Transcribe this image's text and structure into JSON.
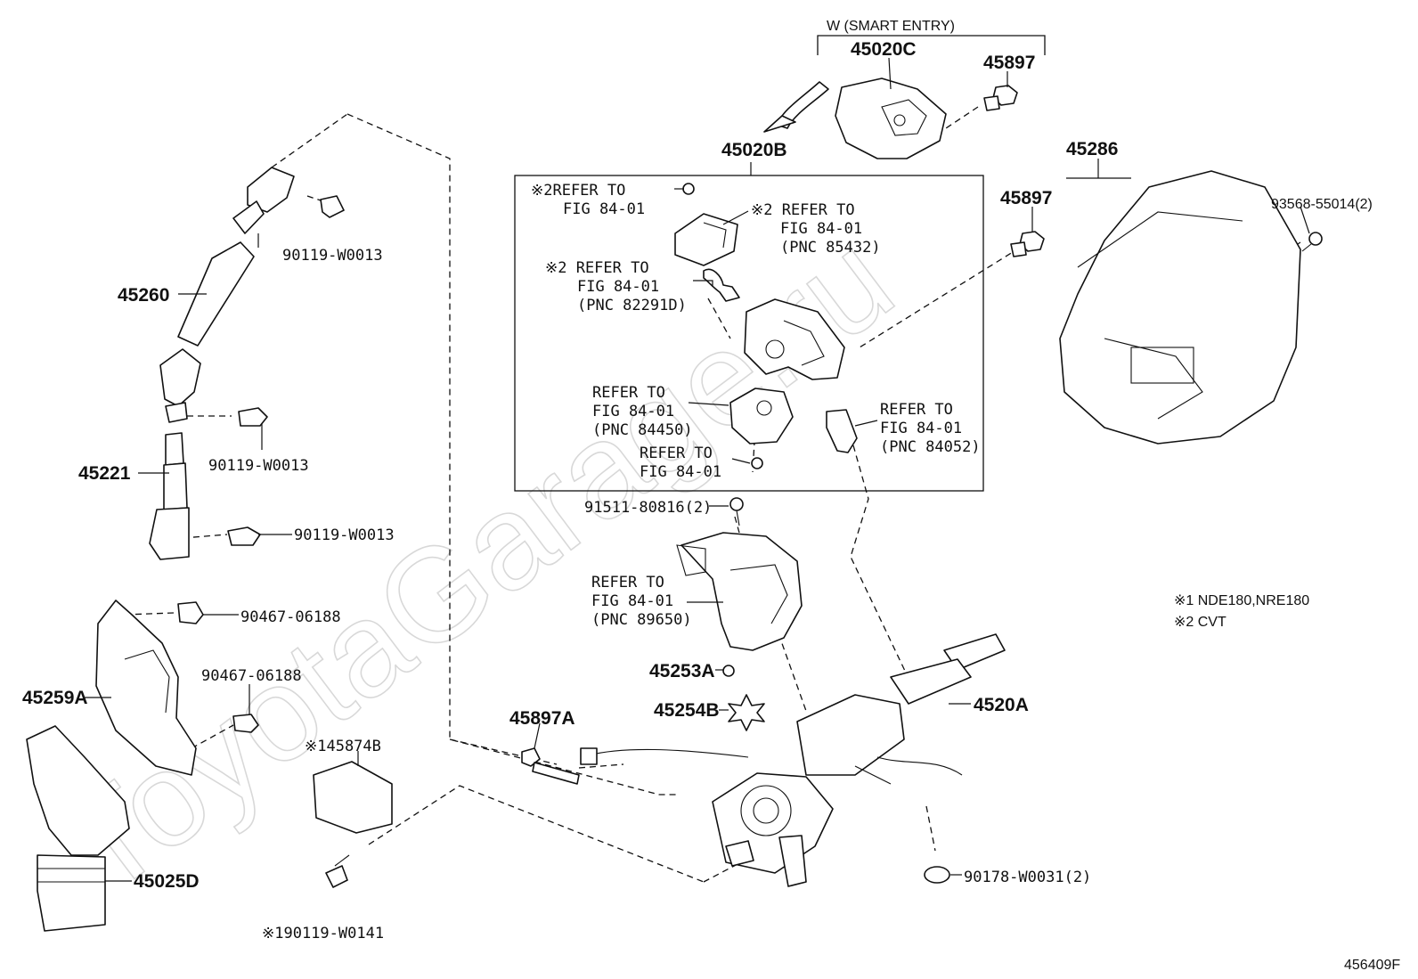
{
  "labels": {
    "smart_entry": "W (SMART ENTRY)",
    "p45020C": "45020C",
    "p45897_top": "45897",
    "p45020B": "45020B",
    "p45286": "45286",
    "p93568": "93568-55014(2)",
    "p45897_mid": "45897",
    "p45260": "45260",
    "p90119_a": "90119-W0013",
    "p90119_b": "90119-W0013",
    "p90119_c": "90119-W0013",
    "p45221": "45221",
    "p90467_a": "90467-06188",
    "p90467_b": "90467-06188",
    "p45259A": "45259A",
    "p45874B": "※145874B",
    "p45025D": "45025D",
    "p90119_w0141": "※190119-W0141",
    "p91511": "91511-80816(2)",
    "p45253A": "45253A",
    "p45254B": "45254B",
    "p45897A": "45897A",
    "p4520A": "4520A",
    "p90178": "90178-W0031(2)",
    "fig_code": "456409F"
  },
  "refs": {
    "r1": [
      "※2REFER TO",
      "FIG 84-01"
    ],
    "r2": [
      "※2 REFER TO",
      "FIG 84-01",
      "(PNC 85432)"
    ],
    "r3": [
      "※2 REFER TO",
      "FIG 84-01",
      "(PNC 82291D)"
    ],
    "r4": [
      "REFER TO",
      "FIG 84-01",
      "(PNC 84450)"
    ],
    "r5": [
      "REFER TO",
      "FIG 84-01",
      "(PNC 84052)"
    ],
    "r6": [
      "REFER TO",
      "FIG 84-01"
    ],
    "r7": [
      "REFER TO",
      "FIG 84-01",
      "(PNC 89650)"
    ]
  },
  "notes": [
    "※1 NDE180,NRE180",
    "※2 CVT"
  ],
  "watermark": "ToyotaGarage.ru"
}
